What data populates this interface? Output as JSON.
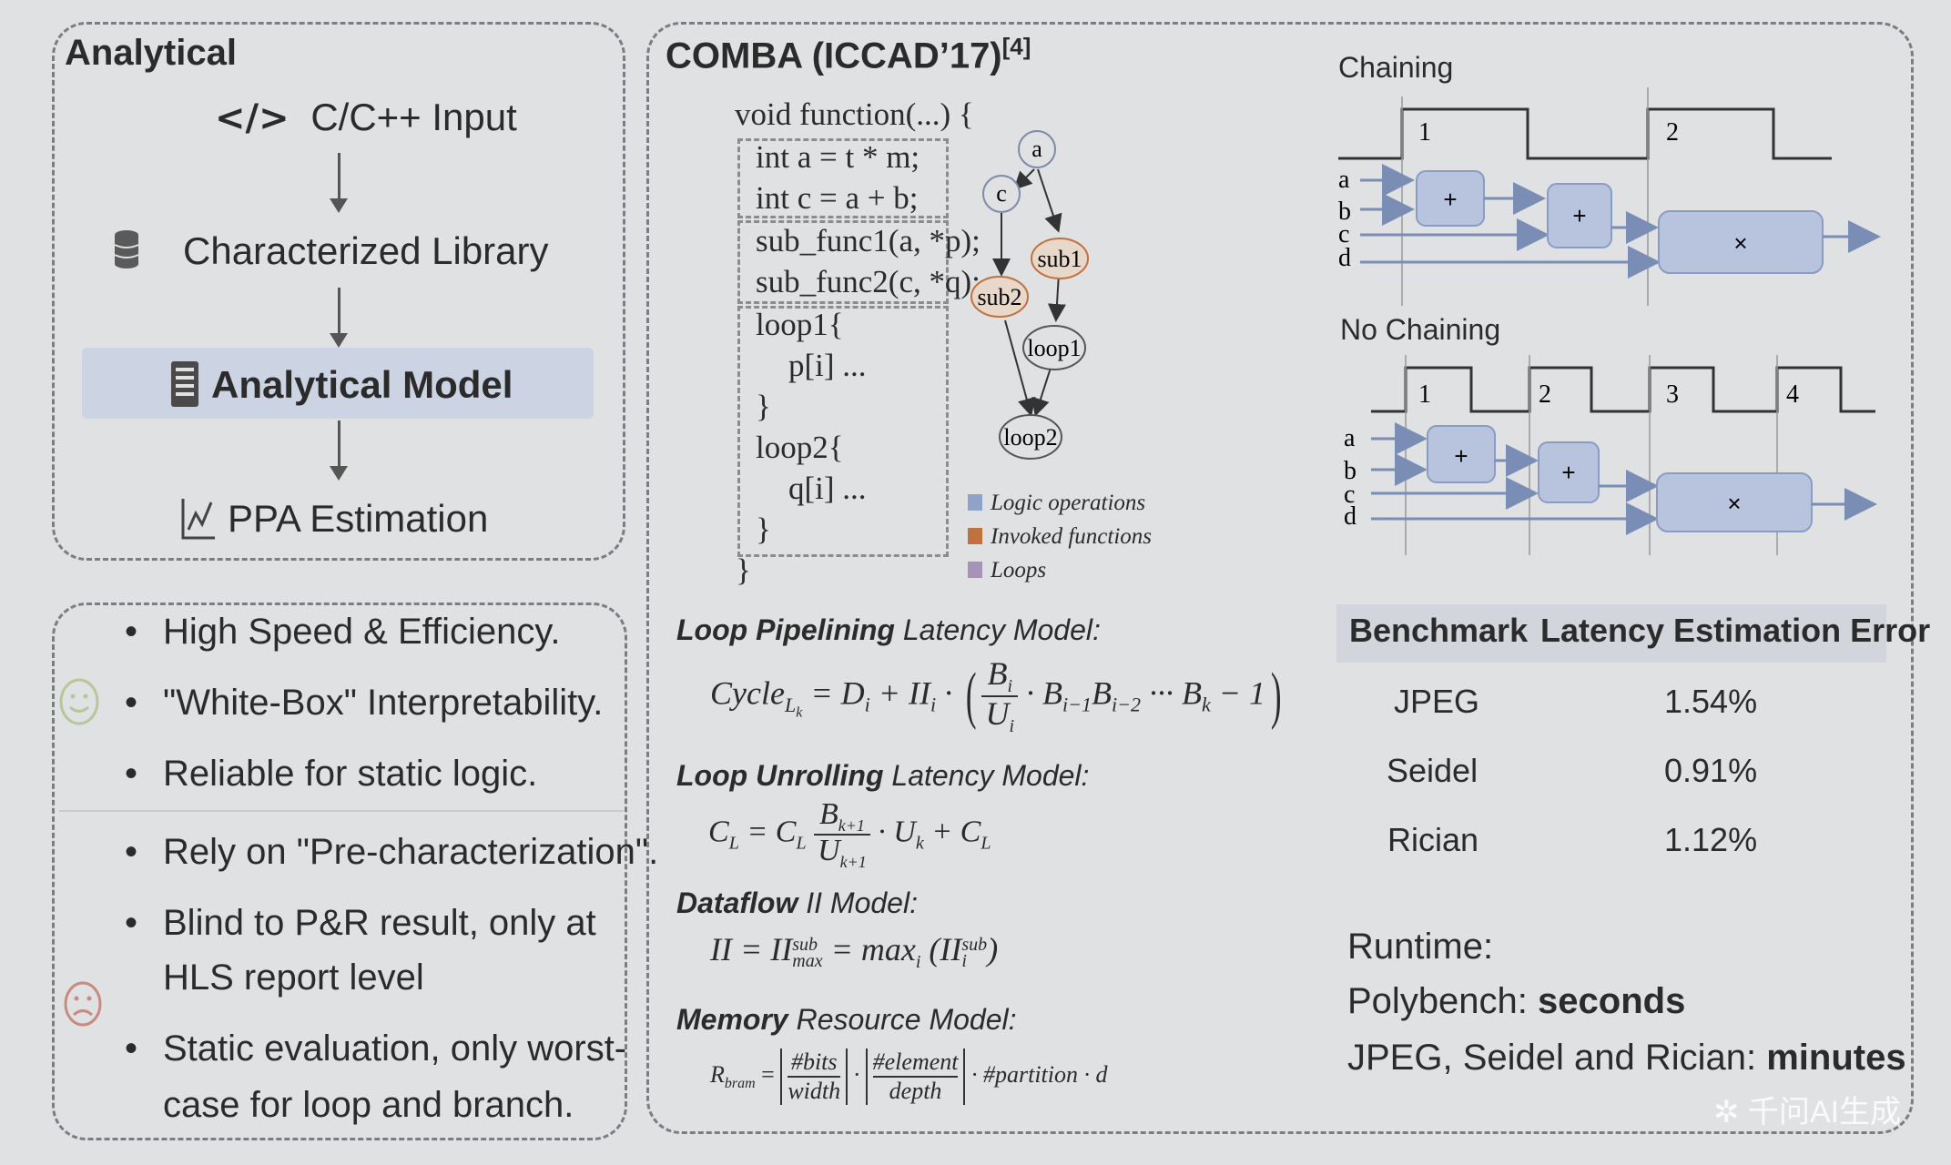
{
  "left_top": {
    "title": "Analytical",
    "steps": [
      {
        "icon": "code-icon",
        "glyph": "</>",
        "label": "C/C++ Input"
      },
      {
        "icon": "database-icon",
        "label": "Characterized Library"
      },
      {
        "icon": "server-icon",
        "label": "Analytical Model"
      },
      {
        "icon": "chart-icon",
        "label": "PPA Estimation"
      }
    ]
  },
  "left_bottom": {
    "pros": [
      "High Speed & Efficiency.",
      "\"White-Box\" Interpretability.",
      "Reliable for static logic."
    ],
    "cons": [
      "Rely on \"Pre-characterization\".",
      "Blind to P&R result, only at",
      "HLS report level",
      "Static evaluation, only worst-",
      "case for loop and branch."
    ],
    "bullet": "•",
    "smile_icon": "smile-icon",
    "frown_icon": "frown-icon"
  },
  "comba": {
    "title": "COMBA (ICCAD’17)",
    "ref": "[4]",
    "code": {
      "header": "void function(...) {",
      "lines": [
        "int a = t * m;",
        "int c = a + b;",
        "sub_func1(a, *p);",
        "sub_func2(c, *q);",
        "loop1{",
        "p[i] ...",
        "}",
        "loop2{",
        "q[i] ...",
        "}",
        "}"
      ]
    },
    "graph_nodes": [
      "a",
      "c",
      "sub1",
      "sub2",
      "loop1",
      "loop2"
    ],
    "legend": [
      {
        "label": "Logic operations",
        "color": "#8fa3c9"
      },
      {
        "label": "Invoked functions",
        "color": "#c0713f"
      },
      {
        "label": "Loops",
        "color": "#a693b8"
      }
    ],
    "models": {
      "pipe_bold": "Loop Pipelining",
      "pipe_rest": " Latency Model:",
      "unroll_bold": "Loop Unrolling",
      "unroll_rest": " Latency Model:",
      "df_bold": "Dataflow",
      "df_rest": " II Model:",
      "mem_bold": "Memory",
      "mem_rest": " Resource Model:"
    },
    "formulas": {
      "cycle": "Cycle",
      "cycle_sub": "L",
      "cycle_subsub": "k",
      "cycle_rhs": "= D",
      "i": "i",
      "plus_ii": " + II",
      "dot": " · ",
      "frac_num": "B",
      "frac_den": "U",
      "tail": " · B",
      "tail_sub1": "i−1",
      "tail_b2": "B",
      "tail_sub2": "i−2",
      "tail_rest": " ··· B",
      "tail_k": "k",
      "minus1": " − 1",
      "unroll_c": "C",
      "unroll_rhs": "= C",
      "frac2_num": "B",
      "frac2_num_sub": "k+1",
      "frac2_den": "U",
      "frac2_den_sub": "k+1",
      "unroll_mid": " · U",
      "unroll_k": "k",
      "unroll_plus": " + C",
      "df": "II = II",
      "df_sup": "sub",
      "df_sub": "max",
      "df_eq": " = max",
      "df_i": "i",
      "df_paren": "(II",
      "df_paren_sup": "sub",
      "df_paren_sub": "i",
      "df_close": ")",
      "mem_r": "R",
      "mem_rsub": "bram",
      "mem_eq": "=",
      "mem_f1n": "#bits",
      "mem_f1d": "width",
      "mem_f2n": "#element",
      "mem_f2d": "depth",
      "mem_tail": "· #partition · d"
    }
  },
  "timing": {
    "chaining_label": "Chaining",
    "no_chaining_label": "No Chaining",
    "chain_cycles": [
      "1",
      "2"
    ],
    "nochain_cycles": [
      "1",
      "2",
      "3",
      "4"
    ],
    "inputs": [
      "a",
      "b",
      "c",
      "d"
    ],
    "plus": "+",
    "times": "×"
  },
  "table": {
    "headers": [
      "Benchmark",
      "Latency Estimation Error"
    ],
    "rows": [
      [
        "JPEG",
        "1.54%"
      ],
      [
        "Seidel",
        "0.91%"
      ],
      [
        "Rician",
        "1.12%"
      ]
    ]
  },
  "runtime": {
    "label": "Runtime:",
    "polybench_label": "Polybench: ",
    "polybench_value": "seconds",
    "others_label": "JPEG, Seidel and Rician: ",
    "others_value": "minutes"
  },
  "watermark": "千问AI生成",
  "colors": {
    "highlight": "#ccd3e2",
    "box_fill": "#b8c4de",
    "box_stroke": "#8a9bc4"
  }
}
